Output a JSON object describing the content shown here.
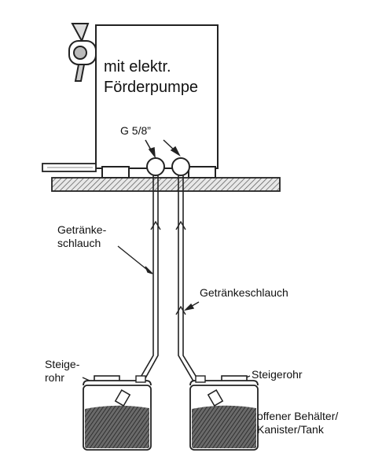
{
  "device": {
    "line1": "mit elektr.",
    "line2": "Förderpumpe"
  },
  "connector": "G 5/8”",
  "labels": {
    "hose_left_1": "Getränke-",
    "hose_left_2": "schlauch",
    "hose_right": "Getränkeschlauch",
    "riser_left_1": "Steige-",
    "riser_left_2": "rohr",
    "riser_right": "Steigerohr",
    "container_1": "offener Behälter/",
    "container_2": "Kanister/Tank"
  }
}
